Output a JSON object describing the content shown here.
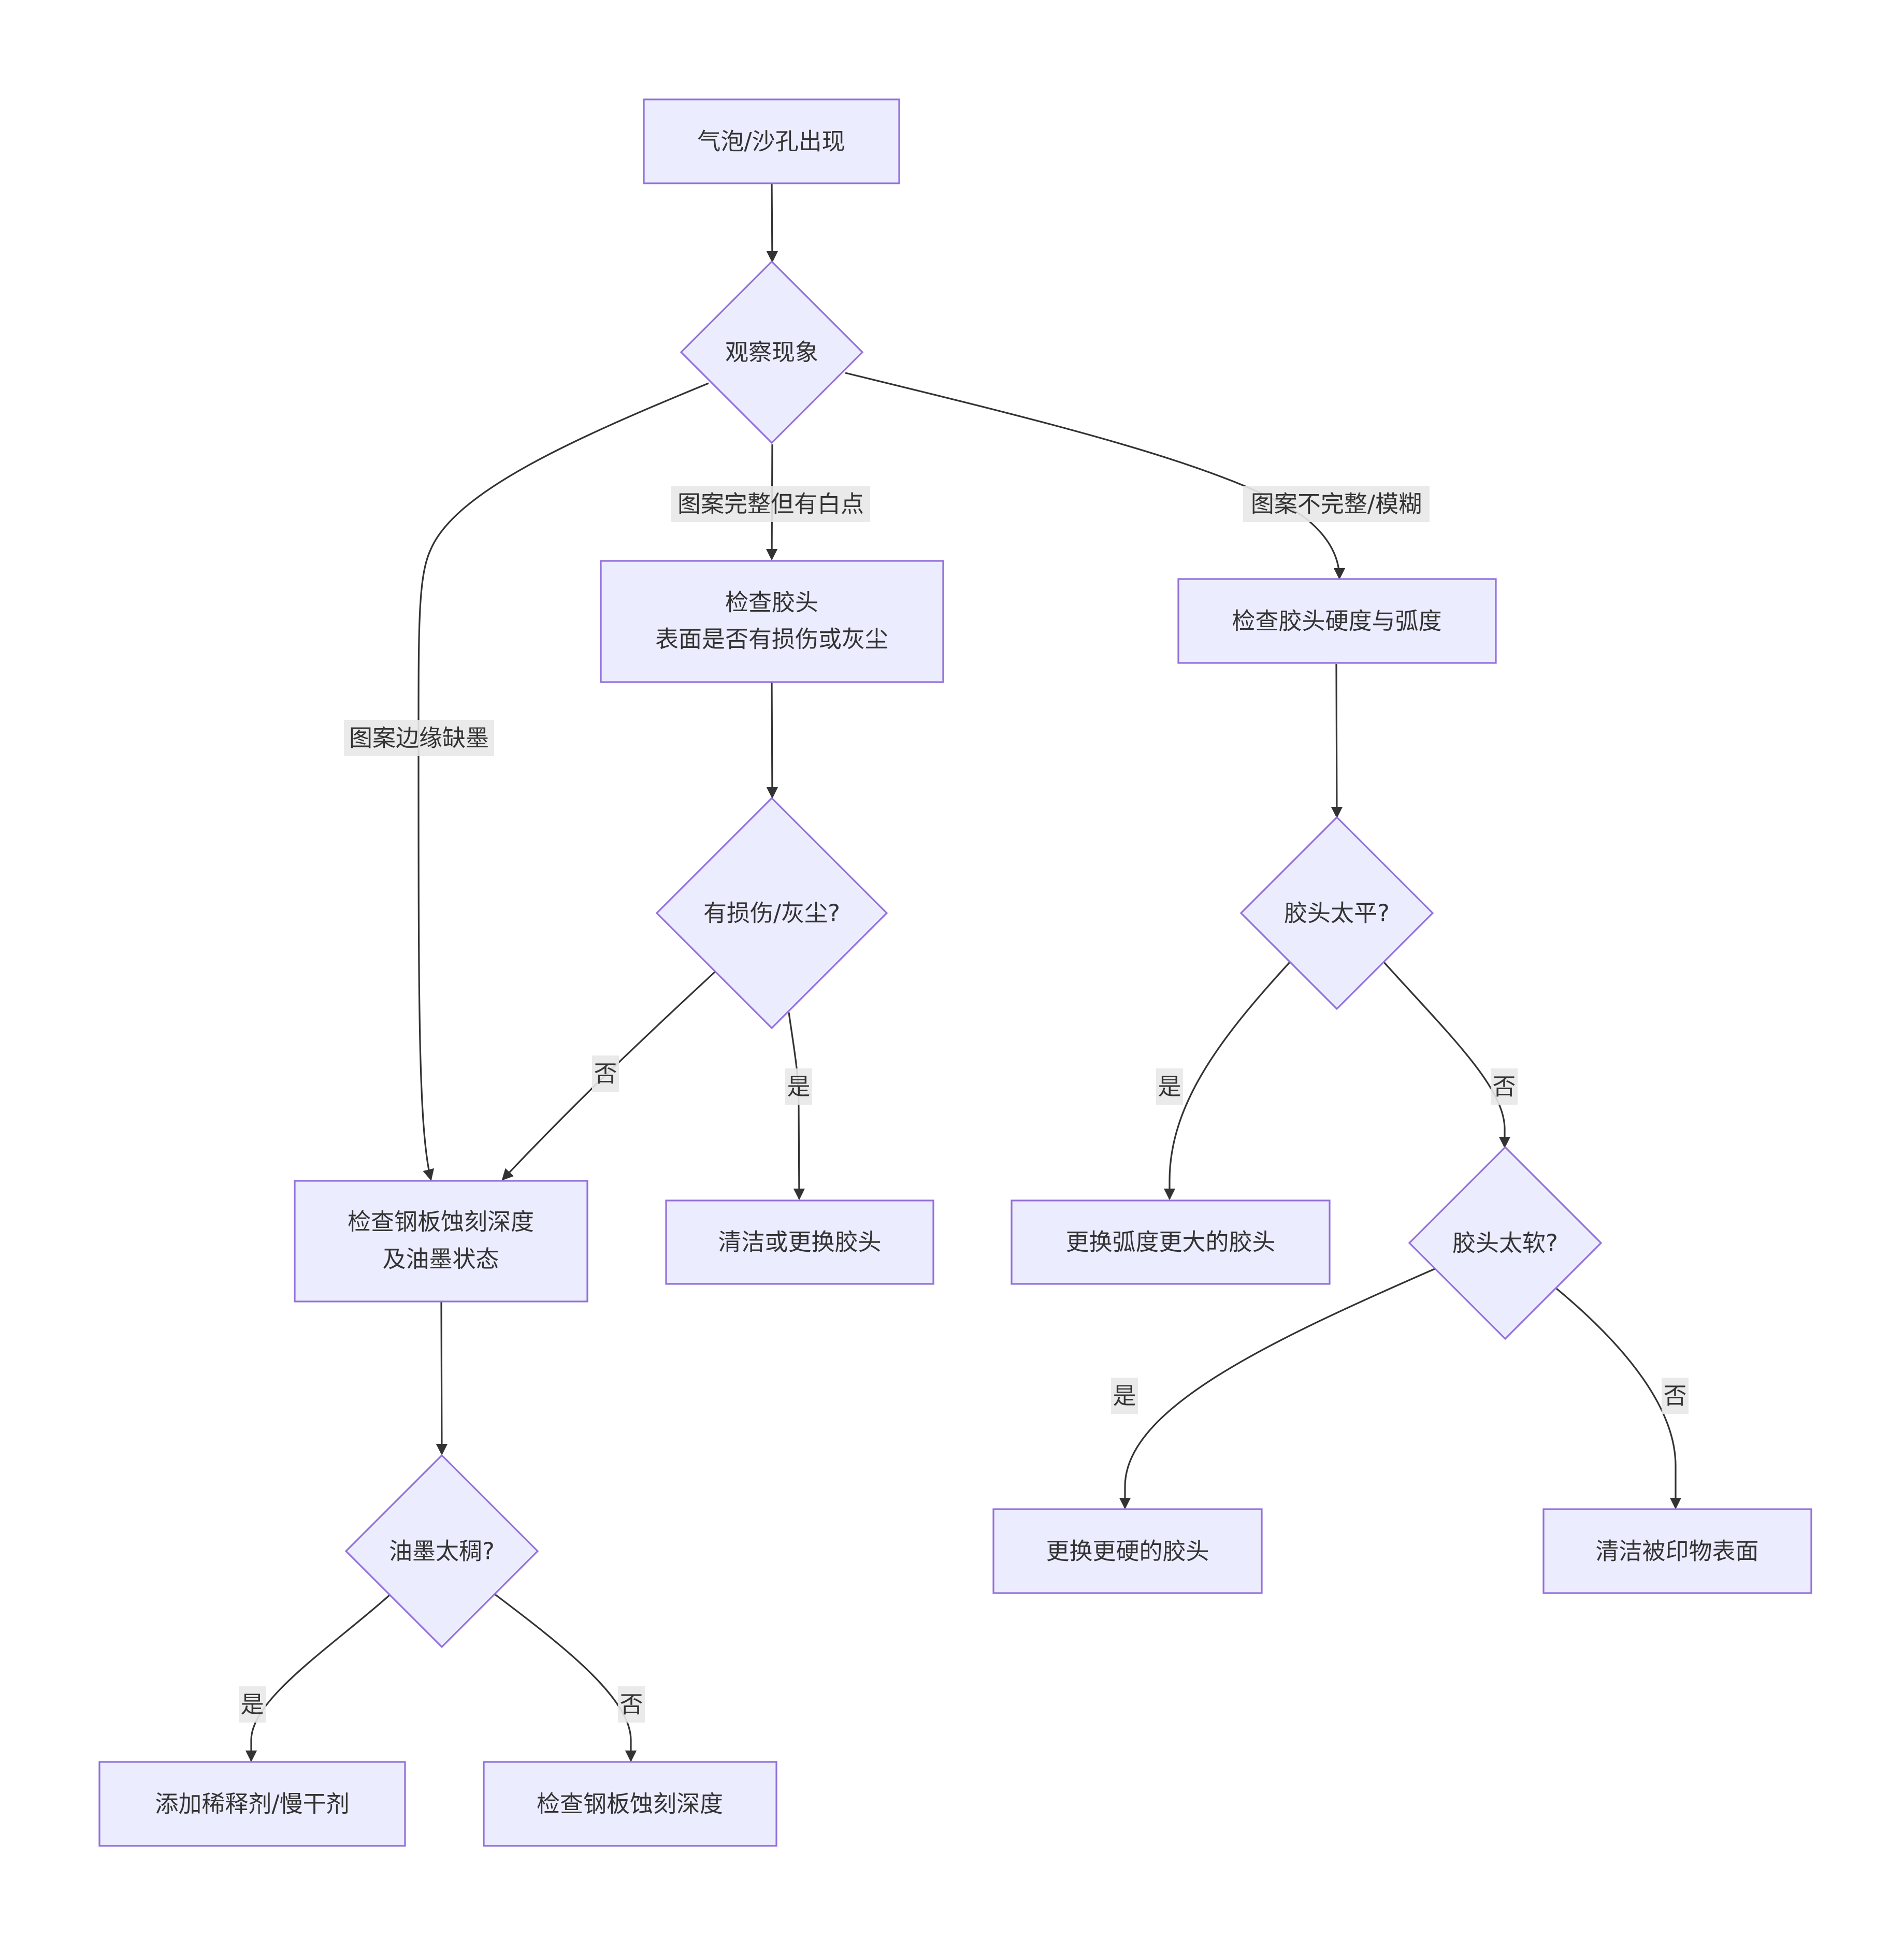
{
  "nodes": {
    "start": "气泡/沙孔出现",
    "observe": "观察现象",
    "check_head_surface": [
      "检查胶头",
      "表面是否有损伤或灰尘"
    ],
    "check_hardness": "检查胶头硬度与弧度",
    "damage_q": "有损伤/灰尘?",
    "flat_q": "胶头太平?",
    "check_plate": [
      "检查钢板蚀刻深度",
      "及油墨状态"
    ],
    "clean_replace": "清洁或更换胶头",
    "replace_curved": "更换弧度更大的胶头",
    "soft_q": "胶头太软?",
    "ink_q": "油墨太稠?",
    "replace_harder": "更换更硬的胶头",
    "clean_surface": "清洁被印物表面",
    "add_thinner": "添加稀释剂/慢干剂",
    "check_plate_depth": "检查钢板蚀刻深度"
  },
  "edge_labels": {
    "pattern_complete_white": "图案完整但有白点",
    "pattern_incomplete": "图案不完整/模糊",
    "edge_missing_ink": "图案边缘缺墨",
    "damage_no": "否",
    "damage_yes": "是",
    "flat_yes": "是",
    "flat_no": "否",
    "soft_yes": "是",
    "soft_no": "否",
    "ink_yes": "是",
    "ink_no": "否"
  },
  "colors": {
    "node_fill": "#ececff",
    "node_stroke": "#9370db",
    "edge": "#333333",
    "label_bg": "#e8e8e8"
  }
}
